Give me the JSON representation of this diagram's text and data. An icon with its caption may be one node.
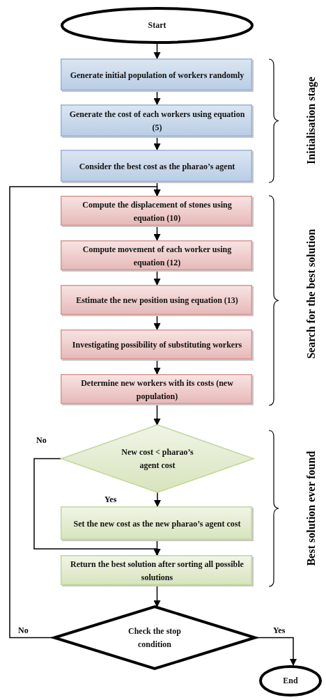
{
  "diagram": {
    "nodes": [
      {
        "text": [
          "Start"
        ]
      },
      {
        "text": [
          "Generate initial population of workers randomly"
        ]
      },
      {
        "text": [
          "Generate the cost of each workers using equation (5)"
        ]
      },
      {
        "text": [
          "Consider  the best cost as the pharao’s agent"
        ]
      },
      {
        "text": [
          "Compute the displacement of stones using equation (10)"
        ]
      },
      {
        "text": [
          "Compute movement of each worker using equation (12)"
        ]
      },
      {
        "text": [
          "Estimate the new position using equation (13)"
        ]
      },
      {
        "text": [
          "Investigating possibility of substituting workers"
        ]
      },
      {
        "text": [
          "Determine new workers with its costs (new population)"
        ]
      },
      {
        "text": [
          "New cost < pharao’s agent  cost"
        ]
      },
      {
        "text": [
          "Set the new cost as the new pharao’s agent cost"
        ]
      },
      {
        "text": [
          "Return the best solution after sorting all possible solutions"
        ]
      },
      {
        "text": [
          "Check the stop condition"
        ]
      },
      {
        "text": [
          "End"
        ]
      }
    ],
    "edges": [
      {
        "from": 0,
        "to": 1,
        "arrow": "to"
      },
      {
        "from": 1,
        "to": 2,
        "arrow": "to"
      },
      {
        "from": 2,
        "to": 3,
        "arrow": "to"
      },
      {
        "from": 3,
        "to": 4,
        "arrow": "to"
      },
      {
        "from": 4,
        "to": 5,
        "arrow": "to"
      },
      {
        "from": 5,
        "to": 6,
        "arrow": "to"
      },
      {
        "from": 6,
        "to": 7,
        "arrow": "to"
      },
      {
        "from": 7,
        "to": 8,
        "arrow": "to"
      },
      {
        "from": 8,
        "to": 9,
        "arrow": "to"
      },
      {
        "from": 9,
        "to": 10,
        "arrow": "to",
        "label": "Yes"
      },
      {
        "from": 9,
        "to": 11,
        "arrow": "to",
        "label": "No"
      },
      {
        "from": 10,
        "to": 11,
        "arrow": "to"
      },
      {
        "from": 11,
        "to": 12,
        "arrow": "to"
      },
      {
        "from": 12,
        "to": 4,
        "arrow": "to",
        "label": "No"
      },
      {
        "from": 12,
        "to": 13,
        "arrow": "to",
        "label": "Yes"
      }
    ],
    "labels": [
      "Initialisation stage",
      "Search for the best solution",
      "Best solution ever found"
    ]
  }
}
